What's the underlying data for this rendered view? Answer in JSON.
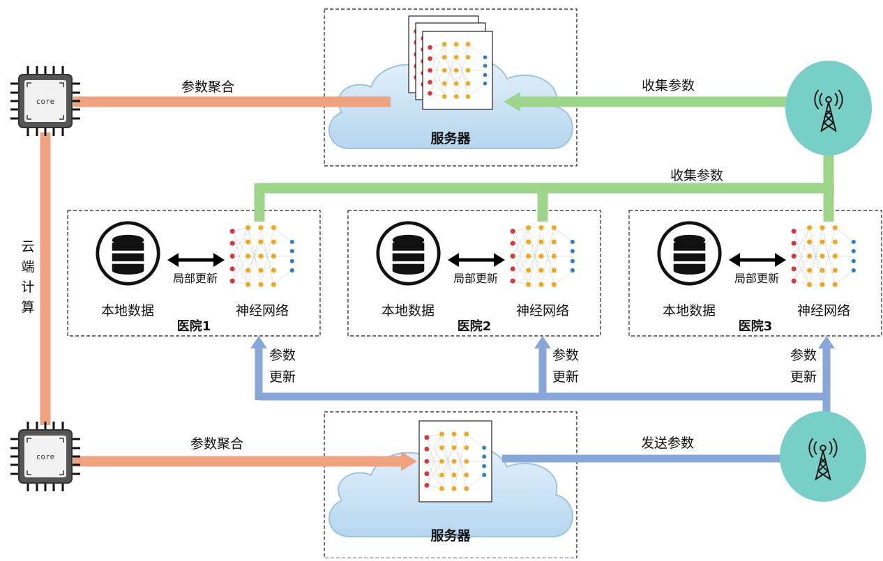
{
  "diagram": {
    "server_label": "服务器",
    "param_aggregate": "参数聚合",
    "collect_params": "收集参数",
    "send_params": "发送参数",
    "cloud_computing": [
      "云",
      "端",
      "计",
      "算"
    ],
    "core_label": "core",
    "hospitals": [
      {
        "name": "医院1",
        "local_data": "本地数据",
        "network": "神经网络",
        "local_update": "局部更新"
      },
      {
        "name": "医院2",
        "local_data": "本地数据",
        "network": "神经网络",
        "local_update": "局部更新"
      },
      {
        "name": "医院3",
        "local_data": "本地数据",
        "network": "神经网络",
        "local_update": "局部更新"
      }
    ],
    "param_update": [
      "参数",
      "更新"
    ],
    "colors": {
      "orange": "#f0a27f",
      "green": "#9fd48b",
      "blue": "#88a7d8",
      "tower_bg": "#77cfc8",
      "cloud": "#cfe6f6"
    }
  }
}
